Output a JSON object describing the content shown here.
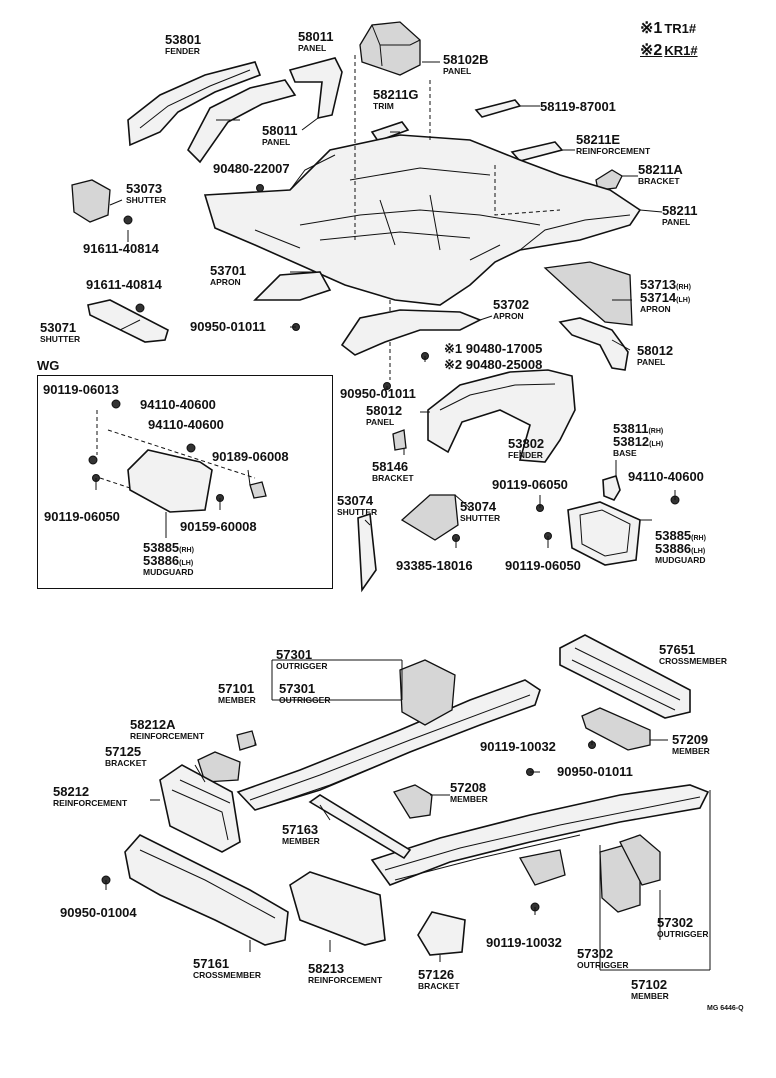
{
  "legend": [
    {
      "mark": "※1",
      "code": "TR1#"
    },
    {
      "mark": "※2",
      "code": "KR1#"
    }
  ],
  "wg_box_label": "WG",
  "drawing_code": "MG 6446-Q",
  "labels": {
    "l53801": {
      "num": "53801",
      "name": "FENDER"
    },
    "l58011a": {
      "num": "58011",
      "name": "PANEL"
    },
    "l58011b": {
      "num": "58011",
      "name": "PANEL"
    },
    "l58102b": {
      "num": "58102B",
      "name": "PANEL"
    },
    "l58211g": {
      "num": "58211G",
      "name": "TRIM"
    },
    "l58119": {
      "num": "58119-87001",
      "name": ""
    },
    "l58211e": {
      "num": "58211E",
      "name": "REINFORCEMENT"
    },
    "l58211a": {
      "num": "58211A",
      "name": "BRACKET"
    },
    "l58211": {
      "num": "58211",
      "name": "PANEL"
    },
    "l90480_22007": {
      "num": "90480-22007",
      "name": ""
    },
    "l53073": {
      "num": "53073",
      "name": "SHUTTER"
    },
    "l91611a": {
      "num": "91611-40814",
      "name": ""
    },
    "l91611b": {
      "num": "91611-40814",
      "name": ""
    },
    "l53701": {
      "num": "53701",
      "name": "APRON"
    },
    "l53713": {
      "num": "53713",
      "sub": "(RH)",
      "num2": "53714",
      "sub2": "(LH)",
      "name": "APRON"
    },
    "l53071": {
      "num": "53071",
      "name": "SHUTTER"
    },
    "l90950a": {
      "num": "90950-01011",
      "name": ""
    },
    "l53702": {
      "num": "53702",
      "name": "APRON"
    },
    "l90480_17005": {
      "num": "※1 90480-17005",
      "name": ""
    },
    "l90480_25008": {
      "num": "※2 90480-25008",
      "name": ""
    },
    "l58012a": {
      "num": "58012",
      "name": "PANEL"
    },
    "l90950b": {
      "num": "90950-01011",
      "name": ""
    },
    "l58012b": {
      "num": "58012",
      "name": "PANEL"
    },
    "l53802": {
      "num": "53802",
      "name": "FENDER"
    },
    "l53811": {
      "num": "53811",
      "sub": "(RH)",
      "num2": "53812",
      "sub2": "(LH)",
      "name": "BASE"
    },
    "l58146": {
      "num": "58146",
      "name": "BRACKET"
    },
    "l94110c": {
      "num": "94110-40600",
      "name": ""
    },
    "l90119_06050b": {
      "num": "90119-06050",
      "name": ""
    },
    "l53074a": {
      "num": "53074",
      "name": "SHUTTER"
    },
    "l53074b": {
      "num": "53074",
      "name": "SHUTTER"
    },
    "l93385": {
      "num": "93385-18016",
      "name": ""
    },
    "l90119_06050c": {
      "num": "90119-06050",
      "name": ""
    },
    "l53885b": {
      "num": "53885",
      "sub": "(RH)",
      "num2": "53886",
      "sub2": "(LH)",
      "name": "MUDGUARD"
    },
    "w90119_06013": {
      "num": "90119-06013",
      "name": ""
    },
    "w94110a": {
      "num": "94110-40600",
      "name": ""
    },
    "w94110b": {
      "num": "94110-40600",
      "name": ""
    },
    "w90189": {
      "num": "90189-06008",
      "name": ""
    },
    "w90119_06050": {
      "num": "90119-06050",
      "name": ""
    },
    "w90159": {
      "num": "90159-60008",
      "name": ""
    },
    "w53885": {
      "num": "53885",
      "sub": "(RH)",
      "num2": "53886",
      "sub2": "(LH)",
      "name": "MUDGUARD"
    },
    "l57301a": {
      "num": "57301",
      "name": "OUTRIGGER"
    },
    "l57101": {
      "num": "57101",
      "name": "MEMBER"
    },
    "l57301b": {
      "num": "57301",
      "name": "OUTRIGGER"
    },
    "l57651": {
      "num": "57651",
      "name": "CROSSMEMBER"
    },
    "l58212a": {
      "num": "58212A",
      "name": "REINFORCEMENT"
    },
    "l57125": {
      "num": "57125",
      "name": "BRACKET"
    },
    "l90119_10032a": {
      "num": "90119-10032",
      "name": ""
    },
    "l57209": {
      "num": "57209",
      "name": "MEMBER"
    },
    "l90950c": {
      "num": "90950-01011",
      "name": ""
    },
    "l58212": {
      "num": "58212",
      "name": "REINFORCEMENT"
    },
    "l57208": {
      "num": "57208",
      "name": "MEMBER"
    },
    "l57163": {
      "num": "57163",
      "name": "MEMBER"
    },
    "l90950_01004": {
      "num": "90950-01004",
      "name": ""
    },
    "l57302a": {
      "num": "57302",
      "name": "OUTRIGGER"
    },
    "l90119_10032b": {
      "num": "90119-10032",
      "name": ""
    },
    "l57302b": {
      "num": "57302",
      "name": "OUTRIGGER"
    },
    "l57161": {
      "num": "57161",
      "name": "CROSSMEMBER"
    },
    "l58213": {
      "num": "58213",
      "name": "REINFORCEMENT"
    },
    "l57126": {
      "num": "57126",
      "name": "BRACKET"
    },
    "l57102": {
      "num": "57102",
      "name": "MEMBER"
    }
  }
}
